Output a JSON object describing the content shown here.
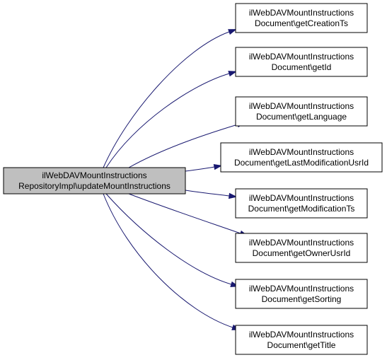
{
  "colors": {
    "source_fill": "#bfbfbf",
    "target_fill": "#ffffff",
    "edge": "#191970",
    "border": "#000000"
  },
  "source": {
    "id": "source",
    "lines": [
      "ilWebDAVMountInstructions",
      "RepositoryImpl\\updateMountInstructions"
    ]
  },
  "targets": [
    {
      "id": "getCreationTs",
      "lines": [
        "ilWebDAVMountInstructions",
        "Document\\getCreationTs"
      ]
    },
    {
      "id": "getId",
      "lines": [
        "ilWebDAVMountInstructions",
        "Document\\getId"
      ]
    },
    {
      "id": "getLanguage",
      "lines": [
        "ilWebDAVMountInstructions",
        "Document\\getLanguage"
      ]
    },
    {
      "id": "getLastModificationUsrId",
      "lines": [
        "ilWebDAVMountInstructions",
        "Document\\getLastModificationUsrId"
      ]
    },
    {
      "id": "getModificationTs",
      "lines": [
        "ilWebDAVMountInstructions",
        "Document\\getModificationTs"
      ]
    },
    {
      "id": "getOwnerUsrId",
      "lines": [
        "ilWebDAVMountInstructions",
        "Document\\getOwnerUsrId"
      ]
    },
    {
      "id": "getSorting",
      "lines": [
        "ilWebDAVMountInstructions",
        "Document\\getSorting"
      ]
    },
    {
      "id": "getTitle",
      "lines": [
        "ilWebDAVMountInstructions",
        "Document\\getTitle"
      ]
    }
  ]
}
